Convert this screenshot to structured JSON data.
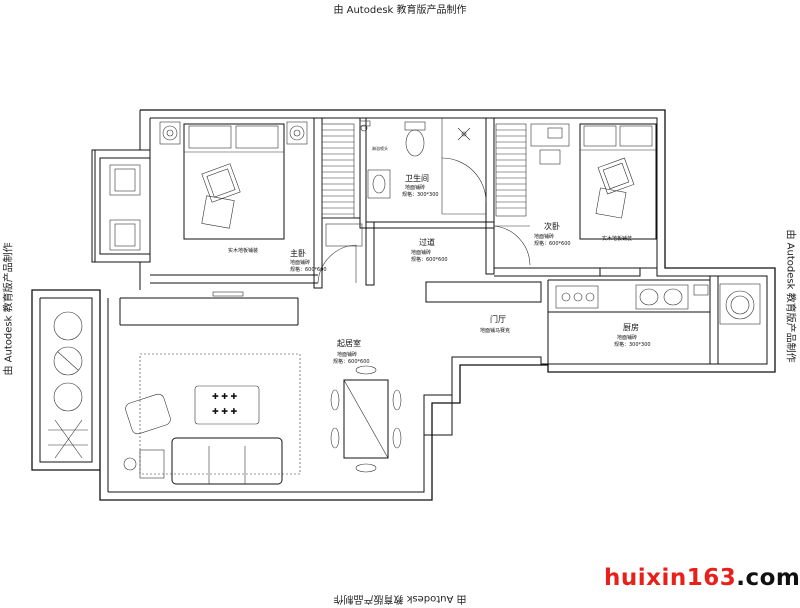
{
  "watermark": {
    "top": "由 Autodesk 教育版产品制作",
    "bottom": "由 Autodesk 教育版产品制作",
    "left": "由 Autodesk 教育版产品制作",
    "right": "由 Autodesk 教育版产品制作"
  },
  "site": {
    "brand": "huixin163",
    "domain": ".com"
  },
  "rooms": {
    "master": {
      "name": "主卧",
      "floor": "地面铺砖",
      "spec": "规格：600*600"
    },
    "bath": {
      "name": "卫生间",
      "floor": "地面铺砖",
      "spec": "规格：300*300"
    },
    "second": {
      "name": "次卧",
      "floor": "地面铺砖",
      "spec": "规格：600*600"
    },
    "corridor": {
      "name": "过道",
      "floor": "地面铺砖",
      "spec": "规格：600*600"
    },
    "entry": {
      "name": "门厅",
      "floor": "地面铺马赛克"
    },
    "kitchen": {
      "name": "厨房",
      "floor": "地面铺砖",
      "spec": "规格：300*300"
    },
    "living": {
      "name": "起居室",
      "floor": "地面铺砖",
      "spec": "规格：600*600"
    }
  },
  "notes": {
    "master_bed": "实木地板铺装",
    "second_bed": "实木地板铺装",
    "shower": "淋浴喷头"
  },
  "colors": {
    "lines": "#111111",
    "brand": "#e8201b"
  }
}
